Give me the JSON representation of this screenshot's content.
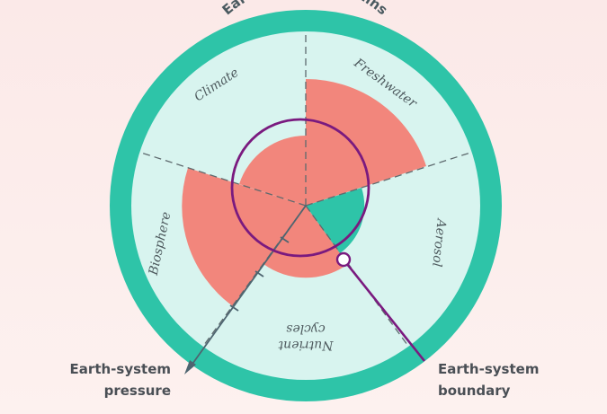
{
  "title": "Earth-system domains",
  "domains": [
    {
      "key": "climate",
      "label": "Climate"
    },
    {
      "key": "freshwater",
      "label": "Freshwater"
    },
    {
      "key": "aerosol",
      "label": "Aerosol"
    },
    {
      "key": "nutrient",
      "label_line1": "Nutrient",
      "label_line2": "cycles"
    },
    {
      "key": "biosphere",
      "label": "Biosphere"
    }
  ],
  "callouts": {
    "pressure_line1": "Earth-system",
    "pressure_line2": "pressure",
    "boundary_line1": "Earth-system",
    "boundary_line2": "boundary"
  },
  "colors": {
    "ring": "#2ec4a8",
    "inner": "#d8f4ef",
    "pressure_wedge": "#f2867c",
    "safe_wedge": "#2ec4a8",
    "boundary": "#7a1a7f",
    "arrow": "#4e6570"
  }
}
